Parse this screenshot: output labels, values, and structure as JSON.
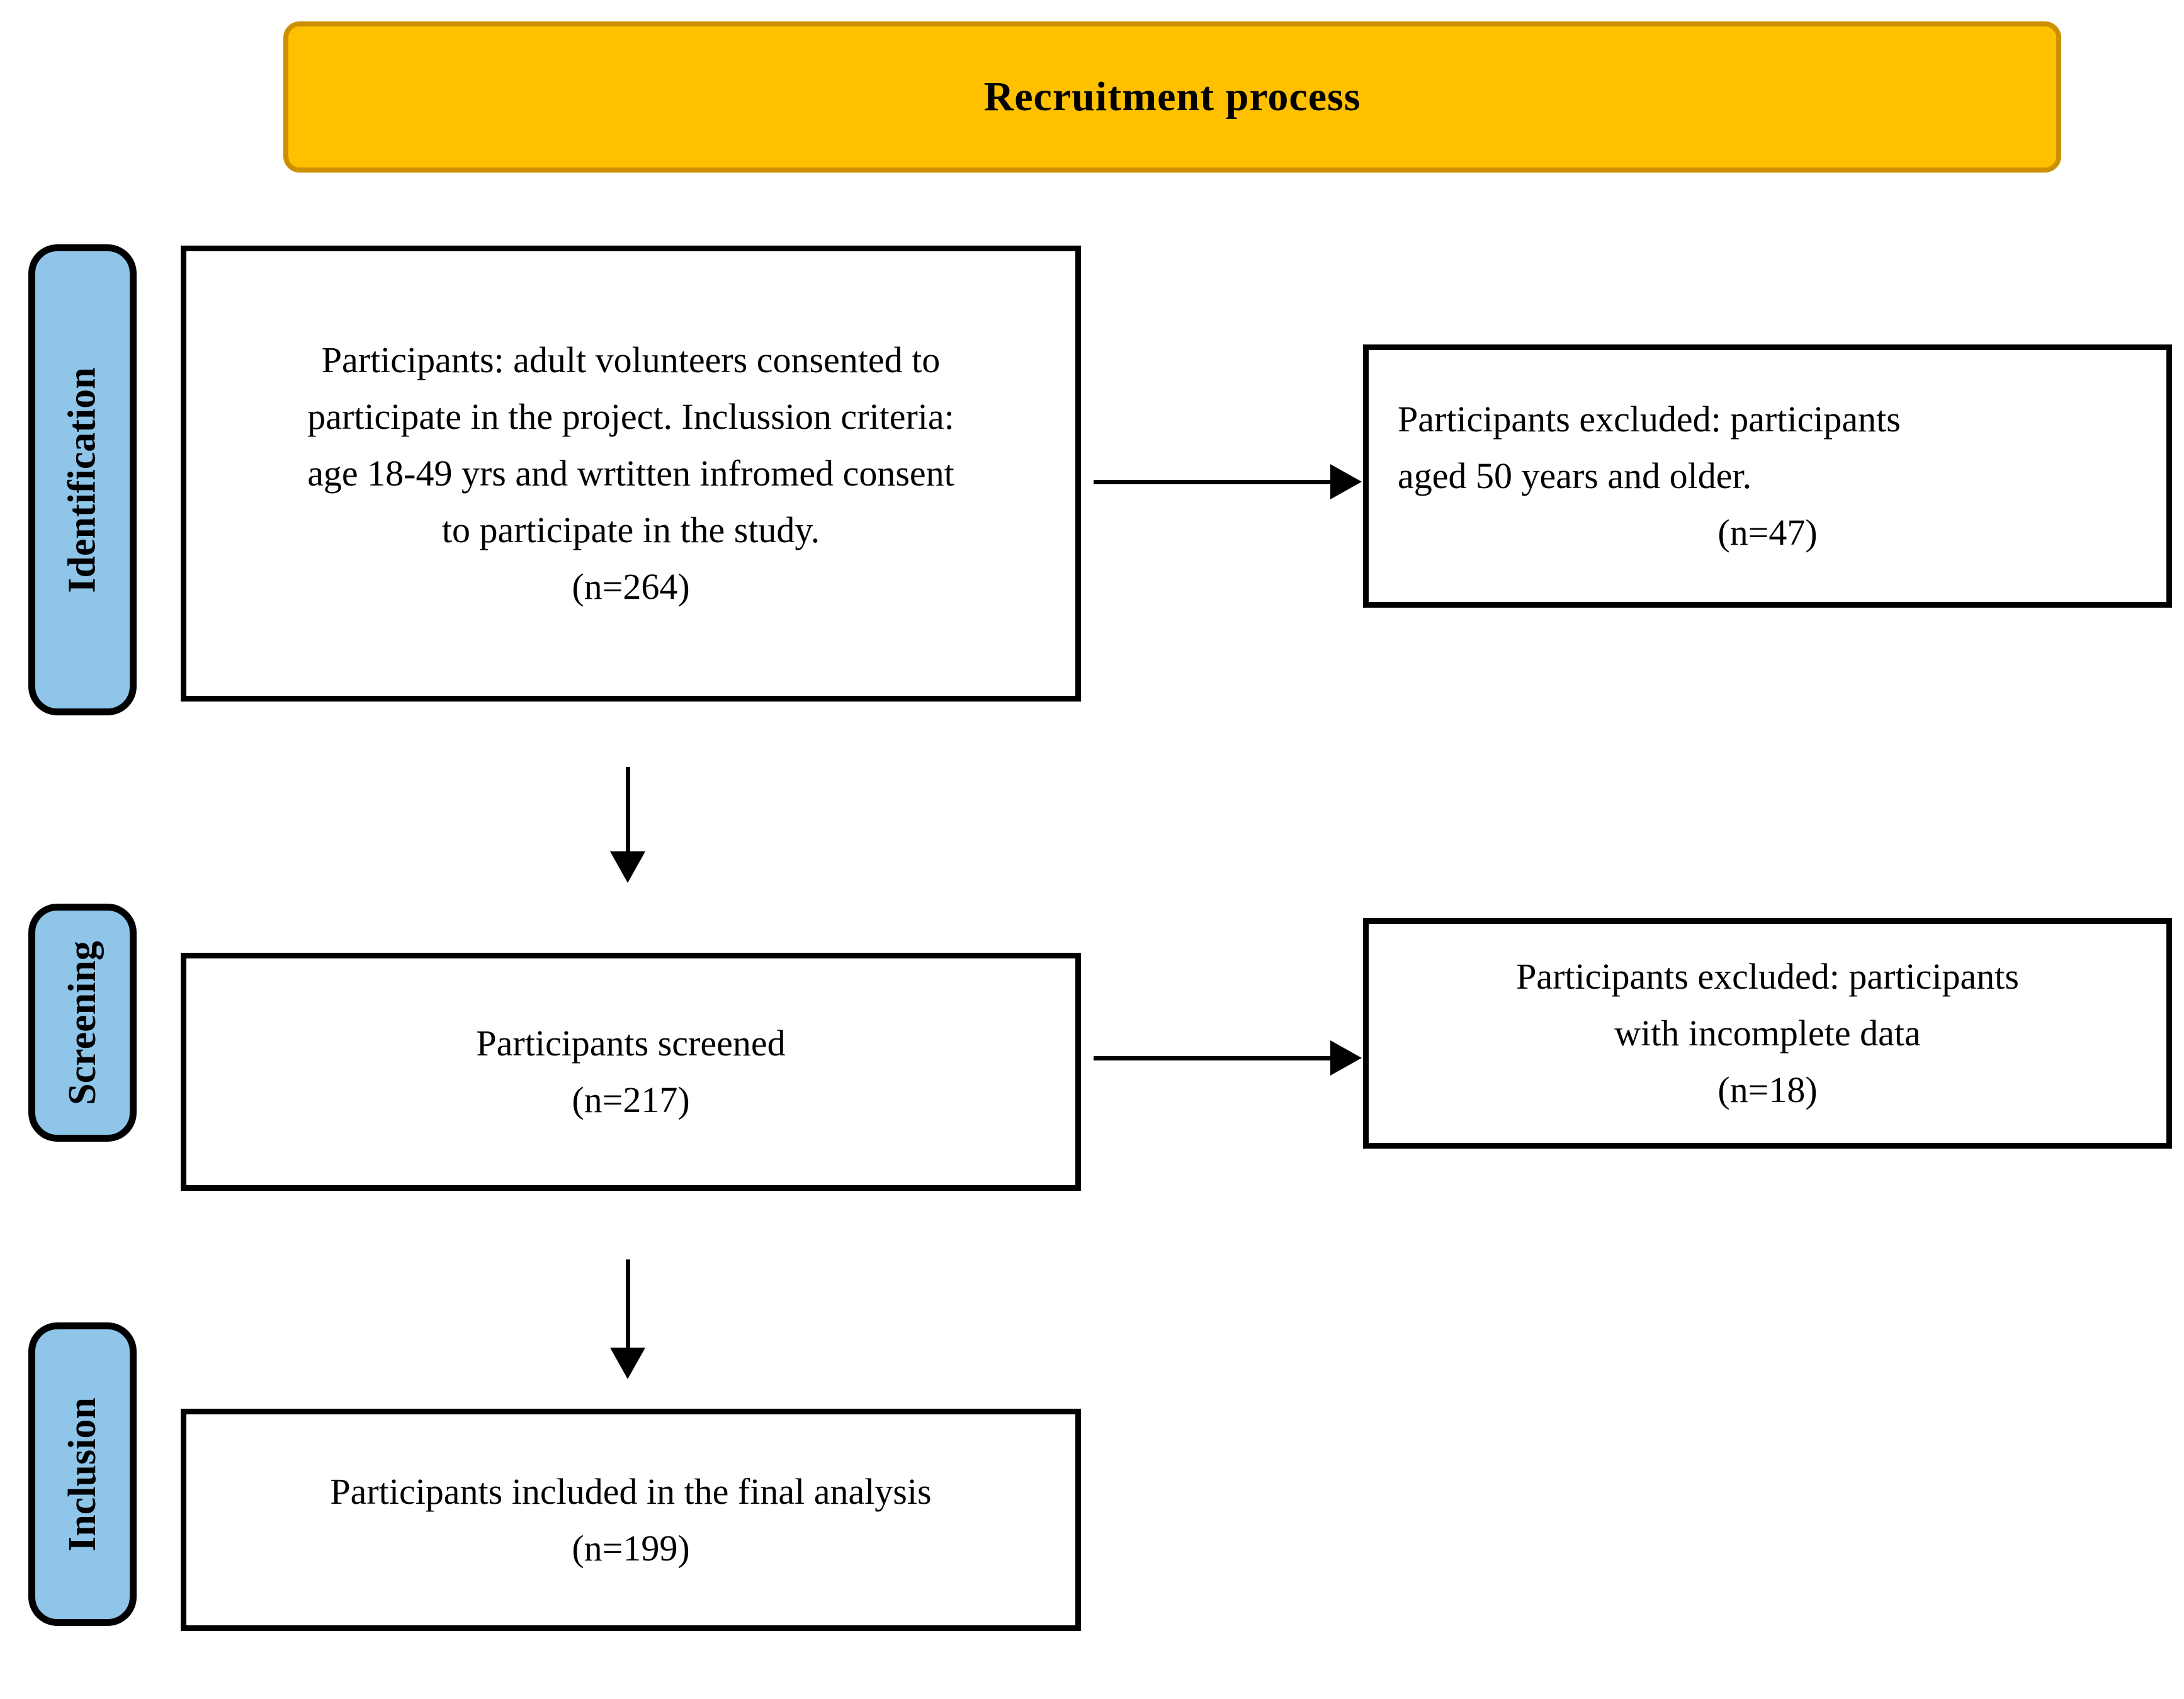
{
  "title": "Recruitment process",
  "colors": {
    "banner_fill": "#FFC000",
    "banner_border": "#CC9000",
    "stage_fill": "#8EC5E9",
    "line_color": "#000000"
  },
  "stages": [
    {
      "label": "Identification"
    },
    {
      "label": "Screening"
    },
    {
      "label": "Inclusion"
    }
  ],
  "boxes": {
    "main_identification": {
      "lines": [
        "Participants: adult volunteers consented to",
        "participate in the project. Inclussion criteria:",
        "age 18-49 yrs and wrtitten infromed consent",
        "to participate in the study.",
        "(n=264)"
      ]
    },
    "excluded_identification": {
      "lines": [
        "Participants excluded: participants",
        "aged 50 years and older."
      ],
      "n": "(n=47)"
    },
    "main_screening": {
      "lines": [
        "Participants screened",
        "(n=217)"
      ]
    },
    "excluded_screening": {
      "lines": [
        "Participants excluded: participants",
        "with incomplete data",
        "(n=18)"
      ]
    },
    "main_inclusion": {
      "lines": [
        "Participants included in the final analysis",
        "(n=199)"
      ]
    }
  }
}
